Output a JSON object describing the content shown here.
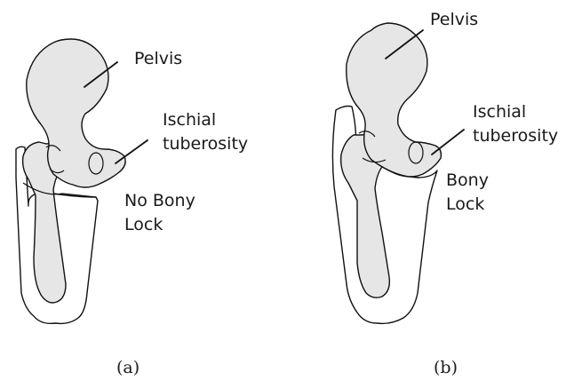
{
  "panel_a": {
    "pelvis_label": "Pelvis",
    "ischial_label_line1": "Ischial",
    "ischial_label_line2": "tuberosity",
    "lock_label_line1": "No Bony",
    "lock_label_line2": "Lock",
    "caption": "(a)"
  },
  "panel_b": {
    "pelvis_label": "Pelvis",
    "ischial_label_line1": "Ischial",
    "ischial_label_line2": "tuberosity",
    "lock_label_line1": "Bony",
    "lock_label_line2": "Lock",
    "caption": "(b)"
  },
  "colors": {
    "bone_fill": "#e6e6e6",
    "stroke": "#111111",
    "background": "#ffffff"
  }
}
